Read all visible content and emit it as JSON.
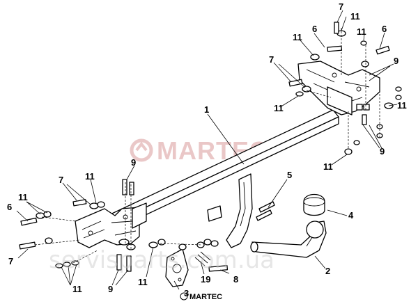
{
  "watermark_logo_text": "MARTEC",
  "watermark_site": "servisparts.com.ua",
  "footer_brand": "MARTEC",
  "callouts": {
    "c1": "1",
    "c2": "2",
    "c3": "3",
    "c4": "4",
    "c5": "5",
    "c6": "6",
    "c7": "7",
    "c8": "8",
    "c9": "9",
    "c11": "11",
    "c19": "19"
  }
}
